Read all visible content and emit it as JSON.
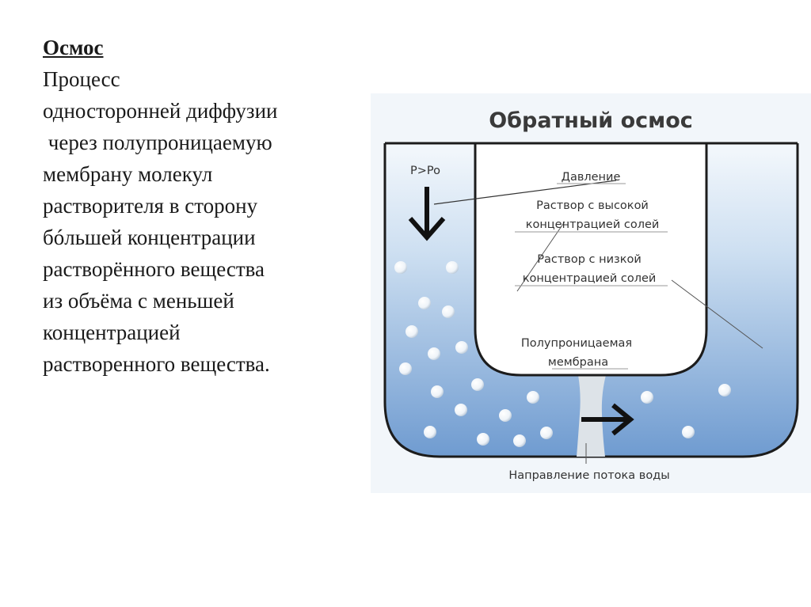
{
  "text": {
    "heading": "Осмос",
    "lines": [
      "Процесс",
      "односторонней диффузии",
      " через полупроницаемую",
      "мембрану молекул",
      "растворителя в сторону",
      "бóльшей концентрации",
      "растворённого вещества",
      "из объёма с меньшей",
      "концентрацией",
      "растворенного вещества."
    ]
  },
  "diagram": {
    "title": "Обратный осмос",
    "pressure_label": "P>Po",
    "labels": {
      "pressure": "Давление",
      "high_line1": "Раствор с высокой",
      "high_line2": "концентрацией солей",
      "low_line1": "Раствор с низкой",
      "low_line2": "концентрацией солей",
      "membrane_line1": "Полупроницаемая",
      "membrane_line2": "мембрана",
      "flow": "Направление потока воды"
    },
    "colors": {
      "water_light": "#f4f8fc",
      "water_dark": "#6f9bd0",
      "inner_vessel": "#ffffff",
      "outline": "#1c1c1c",
      "membrane": "#dde3e8",
      "particle": "#ffffff"
    }
  }
}
